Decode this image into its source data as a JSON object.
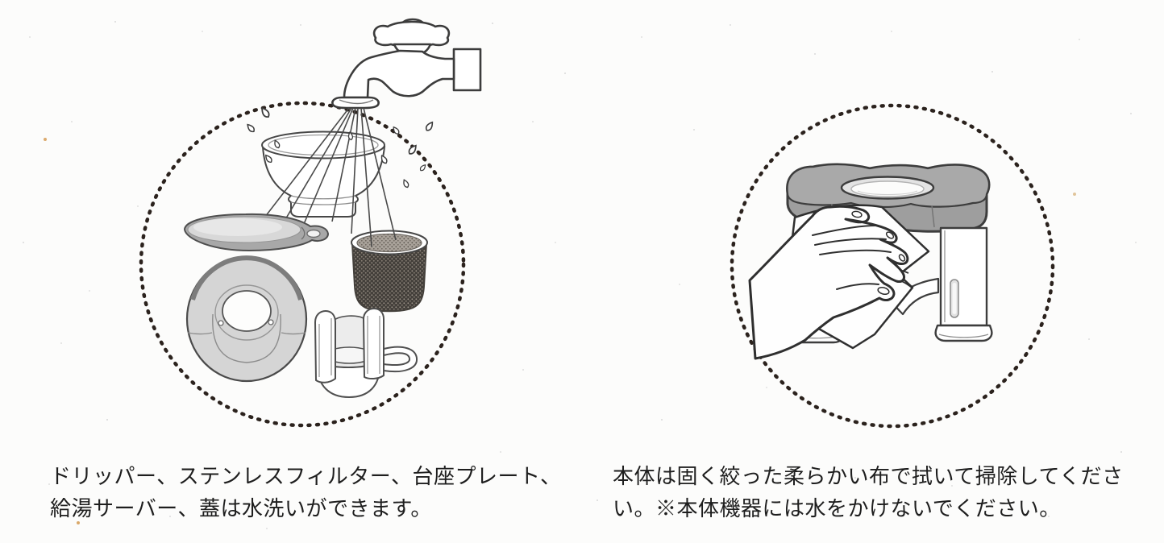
{
  "page": {
    "kind": "product-manual-cleaning-instructions",
    "language": "ja",
    "paper_color": "#fcfcfb",
    "ink_color": "#1e1e1e",
    "dotted_circle_color": "#2b221d"
  },
  "panels": [
    {
      "name": "washable-parts",
      "illustration": "faucet-rinsing-removable-parts",
      "caption_lines": [
        "ドリッパー、ステンレスフィルター、台座プレート、",
        "給湯サーバー、蓋は水洗いができます。"
      ]
    },
    {
      "name": "wipe-main-body",
      "illustration": "hand-wiping-machine-with-cloth",
      "caption_lines": [
        "本体は固く絞った柔らかい布で拭いて掃除してくださ",
        "い。※本体機器には水をかけないでください。"
      ]
    }
  ]
}
